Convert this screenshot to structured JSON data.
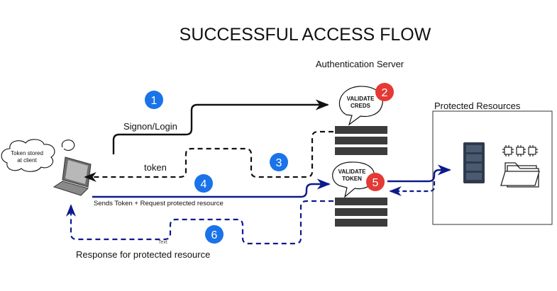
{
  "title": "SUCCESSFUL ACCESS FLOW",
  "auth_server_label": "Authentication Server",
  "protected_resources_label": "Protected Resources",
  "client": {
    "bubble_text_line1": "Token stored",
    "bubble_text_line2": "at client"
  },
  "bubbles": {
    "validate_creds_line1": "VALIDATE",
    "validate_creds_line2": "CREDS",
    "validate_token_line1": "VALIDATE",
    "validate_token_line2": "TOKEN"
  },
  "steps": [
    {
      "number": "1",
      "color": "#1a73e8"
    },
    {
      "number": "2",
      "color": "#e53935"
    },
    {
      "number": "3",
      "color": "#1a73e8"
    },
    {
      "number": "4",
      "color": "#1a73e8"
    },
    {
      "number": "5",
      "color": "#e53935"
    },
    {
      "number": "6",
      "color": "#1a73e8"
    }
  ],
  "edge_labels": {
    "signon": "Signon/Login",
    "token": "token",
    "sends_token": "Sends Token +  Request protected resource",
    "response": "Response for protected resource",
    "text_tag": "Text"
  },
  "colors": {
    "black_flow": "#111111",
    "blue_flow": "#0d1a8c",
    "server_bar": "#3c3c3c"
  }
}
